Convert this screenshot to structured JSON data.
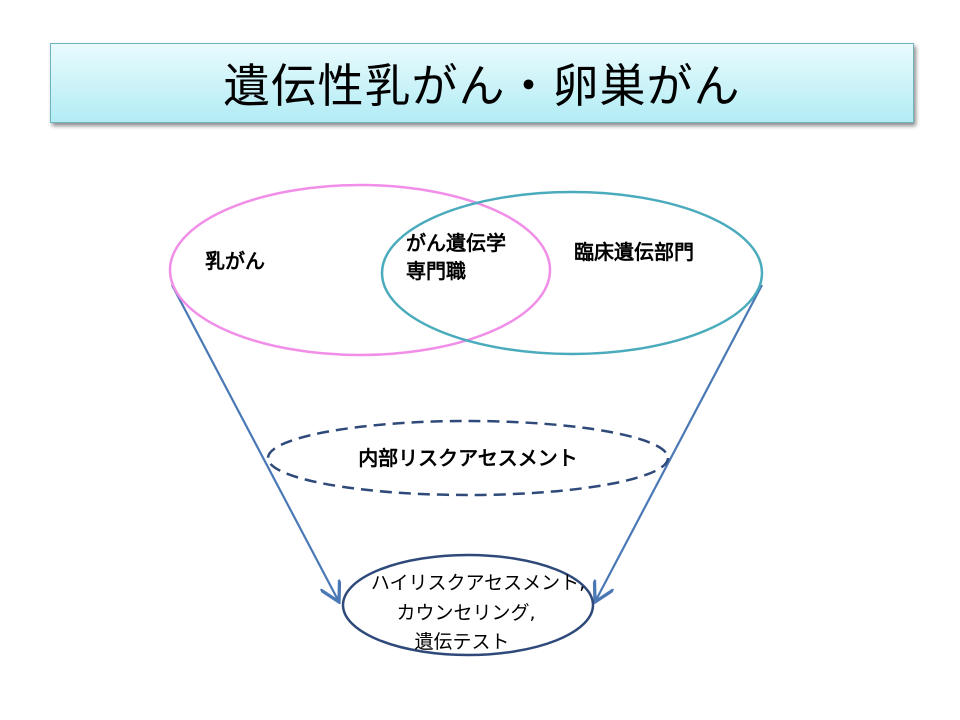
{
  "title": "遺伝性乳がん・卵巣がん",
  "diagram": {
    "circle_left": "乳がん",
    "overlap_line1": "がん遺伝学",
    "overlap_line2": "専門職",
    "circle_right": "臨床遺伝部門",
    "middle": "内部リスクアセスメント",
    "bottom_line1": "ハイリスクアセスメント,",
    "bottom_line2": "カウンセリング,",
    "bottom_line3": "遺伝テスト"
  },
  "colors": {
    "pink": "#f08ee8",
    "teal": "#4aabbd",
    "navy": "#2f4a7a",
    "arrow": "#4a78b5"
  }
}
